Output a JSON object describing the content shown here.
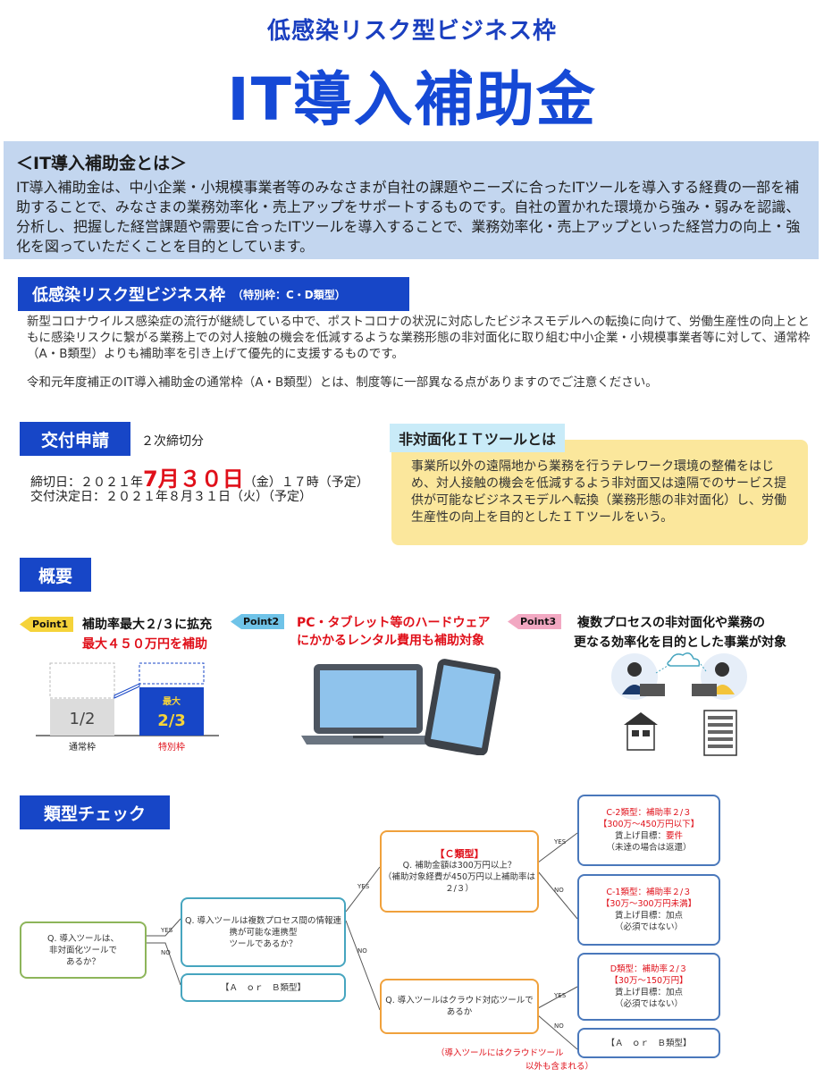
{
  "header": {
    "subtitle": "低感染リスク型ビジネス枠",
    "title": "IT導入補助金"
  },
  "intro": {
    "heading": "＜IT導入補助金とは＞",
    "body": "IT導入補助金は、中小企業・小規模事業者等のみなさまが自社の課題やニーズに合ったITツールを導入する経費の一部を補助することで、みなさまの業務効率化・売上アップをサポートするものです。自社の置かれた環境から強み・弱みを認識、分析し、把握した経営課題や需要に合ったITツールを導入することで、業務効率化・売上アップといった経営力の向上・強化を図っていただくことを目的としています。"
  },
  "low_risk": {
    "heading": "低感染リスク型ビジネス枠",
    "heading_note": "（特別枠：C・D類型）",
    "body": "新型コロナウイルス感染症の流行が継続している中で、ポストコロナの状況に対応したビジネスモデルへの転換に向けて、労働生産性の向上とともに感染リスクに繋がる業務上での対人接触の機会を低減するような業務形態の非対面化に取り組む中小企業・小規模事業者等に対して、通常枠（A・B類型）よりも補助率を引き上げて優先的に支援するものです。",
    "note": "令和元年度補正のIT導入補助金の通常枠（A・B類型）とは、制度等に一部異なる点がありますのでご注意ください。"
  },
  "application": {
    "heading": "交付申請",
    "round": "２次締切分",
    "deadline_prefix": "締切日：２０２１年",
    "deadline_date": "7月３０日",
    "deadline_suffix": "（金）１７時（予定）",
    "decision": "交付決定日：２０２１年８月３１日（火）（予定）"
  },
  "nonface": {
    "tag": "非対面化ＩＴツールとは",
    "body": "事業所以外の遠隔地から業務を行うテレワーク環境の整備をはじめ、対人接触の機会を低減するよう非対面又は遠隔でのサービス提供が可能なビジネスモデルへ転換（業務形態の非対面化）し、労働生産性の向上を目的としたＩＴツールをいう。"
  },
  "overview": {
    "heading": "概要",
    "point1": {
      "tag": "Point1",
      "text": "補助率最大２/３に拡充",
      "red": "最大４５０万円を補助",
      "bar_normal": "1/2",
      "bar_special_top": "最大",
      "bar_special": "2/3",
      "label_normal": "通常枠",
      "label_special": "特別枠",
      "normal_fraction": 0.5,
      "special_fraction": 0.667
    },
    "point2": {
      "tag": "Point2",
      "red1": "PC・タブレット等のハードウェア",
      "red2": "にかかるレンタル費用も補助対象"
    },
    "point3": {
      "tag": "Point3",
      "text1": "複数プロセスの非対面化や業務の",
      "text2": "更なる効率化を目的とした事業が対象"
    }
  },
  "check": {
    "heading": "類型チェック",
    "q1": [
      "Q. 導入ツールは、",
      "非対面化ツールで",
      "あるか？"
    ],
    "q2": [
      "Q. 導入ツールは複数プロセス間の情報連",
      "携が可能な連携型",
      "ツールであるか？"
    ],
    "ab1": "【Ａ　ｏｒ　Ｂ類型】",
    "c_title": "【Ｃ類型】",
    "c_q": "Q. 補助金額は300万円以上？",
    "c_note": "（補助対象経費が450万円以上補助率は２/３）",
    "cloud_q": "Q. 導入ツールはクラウド対応ツールであるか",
    "c2": {
      "title": "C-2類型：補助率２/３",
      "range": "【300万～450万円以下】",
      "req1": "賃上げ目標：",
      "req1_red": "要件",
      "req2": "（未達の場合は返還）"
    },
    "c1": {
      "title": "C-1類型：補助率２/３",
      "range": "【30万～300万円未満】",
      "req1": "賃上げ目標：加点",
      "req2": "（必須ではない）"
    },
    "d": {
      "title": "D類型：補助率２/３",
      "range": "【30万～150万円】",
      "req1": "賃上げ目標：加点",
      "req2": "（必須ではない）"
    },
    "ab2": "【Ａ　ｏｒ　Ｂ類型】",
    "cloud_note1": "（導入ツールにはクラウドツール",
    "cloud_note2": "以外も含まれる）",
    "yes": "YES",
    "no": "NO"
  },
  "colors": {
    "brand_blue": "#1549d6",
    "head_blue": "#1746c7",
    "red": "#e0101a",
    "intro_bg": "#c3d6ef",
    "yellow": "#fbe79c"
  }
}
